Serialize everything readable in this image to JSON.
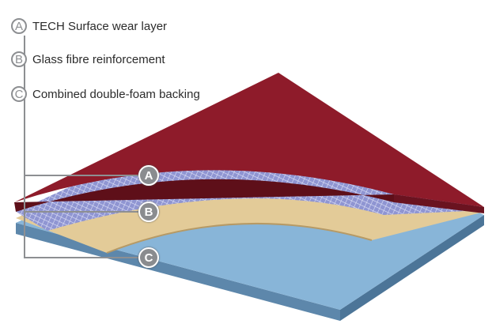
{
  "legend": [
    {
      "letter": "A",
      "label": "TECH Surface wear layer"
    },
    {
      "letter": "B",
      "label": "Glass fibre reinforcement"
    },
    {
      "letter": "C",
      "label": "Combined double-foam backing"
    }
  ],
  "callouts": [
    "A",
    "B",
    "C"
  ],
  "colors": {
    "wear": "#8c1a28",
    "glass": "#8e93cf",
    "foam": "#e2c995",
    "backing": "#87b4d6",
    "line": "#8d8f92"
  }
}
